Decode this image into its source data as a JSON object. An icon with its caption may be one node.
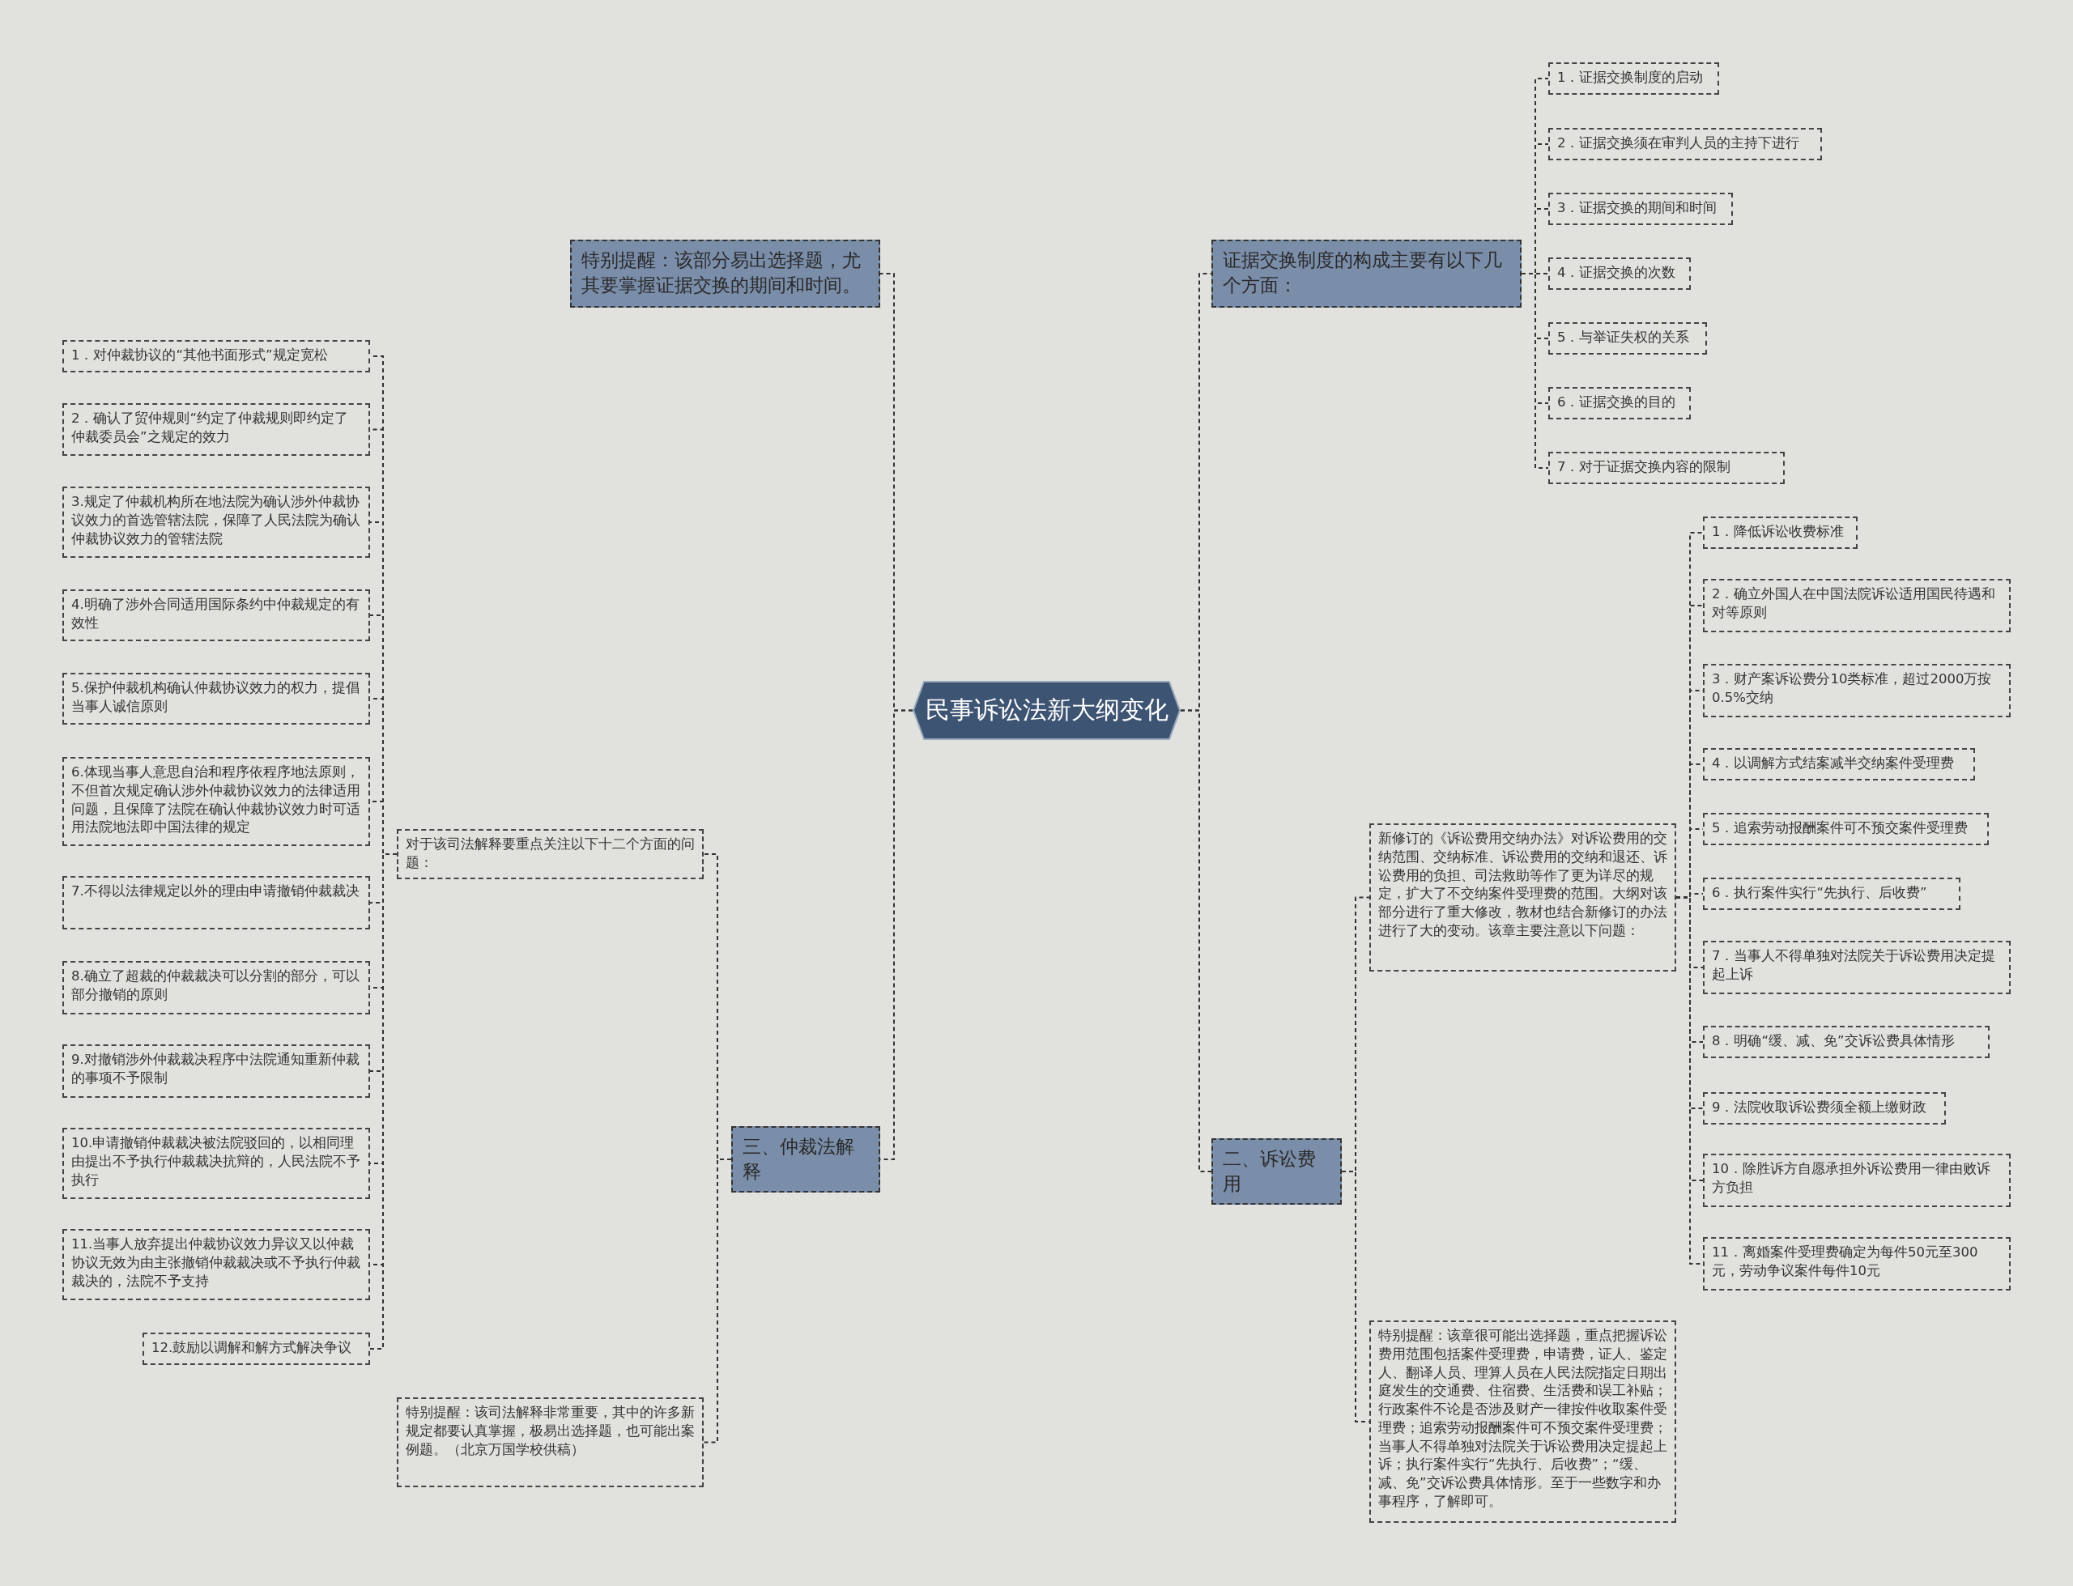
{
  "diagram": {
    "nodes": [
      {
        "text": [
          "民事诉讼法新大纲变化"
        ]
      },
      {
        "text": [
          "特别提醒：该部分易出选择题，尤其要掌握证据交换的期间和时间。"
        ]
      },
      {
        "text": [
          "证据交换制度的构成主要有以下几个方面："
        ]
      },
      {
        "text": [
          "1．证据交换制度的启动"
        ]
      },
      {
        "text": [
          "2．证据交换须在审判人员的主持下进行"
        ]
      },
      {
        "text": [
          "3．证据交换的期间和时间"
        ]
      },
      {
        "text": [
          "4．证据交换的次数"
        ]
      },
      {
        "text": [
          "5．与举证失权的关系"
        ]
      },
      {
        "text": [
          "6．证据交换的目的"
        ]
      },
      {
        "text": [
          "7．对于证据交换内容的限制"
        ]
      },
      {
        "text": [
          "三、仲裁法解释"
        ]
      },
      {
        "text": [
          "对于该司法解释要重点关注以下十二个方面的问题："
        ]
      },
      {
        "text": [
          "1．对仲裁协议的“其他书面形式”规定宽松"
        ]
      },
      {
        "text": [
          "2．确认了贸仲规则“约定了仲裁规则即约定了仲裁委员会”之规定的效力"
        ]
      },
      {
        "text": [
          "3.规定了仲裁机构所在地法院为确认涉外仲裁协议效力的首选管辖法院，保障了人民法院为确认仲裁协议效力的管辖法院"
        ]
      },
      {
        "text": [
          "4.明确了涉外合同适用国际条约中仲裁规定的有效性"
        ]
      },
      {
        "text": [
          "5.保护仲裁机构确认仲裁协议效力的权力，提倡当事人诚信原则"
        ]
      },
      {
        "text": [
          "6.体现当事人意思自治和程序依程序地法原则，不但首次规定确认涉外仲裁协议效力的法律适用问题，且保障了法院在确认仲裁协议效力时可适用法院地法即中国法律的规定"
        ]
      },
      {
        "text": [
          "7.不得以法律规定以外的理由申请撤销仲裁裁决"
        ]
      },
      {
        "text": [
          "8.确立了超裁的仲裁裁决可以分割的部分，可以部分撤销的原则"
        ]
      },
      {
        "text": [
          "9.对撤销涉外仲裁裁决程序中法院通知重新仲裁的事项不予限制"
        ]
      },
      {
        "text": [
          "10.申请撤销仲裁裁决被法院驳回的，以相同理由提出不予执行仲裁裁决抗辩的，人民法院不予执行"
        ]
      },
      {
        "text": [
          "11.当事人放弃提出仲裁协议效力异议又以仲裁协议无效为由主张撤销仲裁裁决或不予执行仲裁裁决的，法院不予支持"
        ]
      },
      {
        "text": [
          "12.鼓励以调解和解方式解决争议"
        ]
      },
      {
        "text": [
          "特别提醒：该司法解释非常重要，其中的许多新规定都要认真掌握，极易出选择题，也可能出案例题。（北京万国学校供稿）"
        ]
      },
      {
        "text": [
          "二、诉讼费用"
        ]
      },
      {
        "text": [
          "新修订的《诉讼费用交纳办法》对诉讼费用的交纳范围、交纳标准、诉讼费用的交纳和退还、诉讼费用的负担、司法救助等作了更为详尽的规定，扩大了不交纳案件受理费的范围。大纲对该部分进行了重大修改，教材也结合新修订的办法进行了大的变动。该章主要注意以下问题："
        ]
      },
      {
        "text": [
          "1．降低诉讼收费标准"
        ]
      },
      {
        "text": [
          "2．确立外国人在中国法院诉讼适用国民待遇和对等原则"
        ]
      },
      {
        "text": [
          "3．财产案诉讼费分10类标准，超过2000万按0.5%交纳"
        ]
      },
      {
        "text": [
          "4．以调解方式结案减半交纳案件受理费"
        ]
      },
      {
        "text": [
          "5．追索劳动报酬案件可不预交案件受理费"
        ]
      },
      {
        "text": [
          "6．执行案件实行“先执行、后收费”"
        ]
      },
      {
        "text": [
          "7．当事人不得单独对法院关于诉讼费用决定提起上诉"
        ]
      },
      {
        "text": [
          "8．明确“缓、减、免”交诉讼费具体情形"
        ]
      },
      {
        "text": [
          "9．法院收取诉讼费须全额上缴财政"
        ]
      },
      {
        "text": [
          "10．除胜诉方自愿承担外诉讼费用一律由败诉方负担"
        ]
      },
      {
        "text": [
          "11．离婚案件受理费确定为每件50元至300元，劳动争议案件每件10元"
        ]
      },
      {
        "text": [
          "特别提醒：该章很可能出选择题，重点把握诉讼费用范围包括案件受理费，申请费，证人、鉴定人、翻译人员、理算人员在人民法院指定日期出庭发生的交通费、住宿费、生活费和误工补贴；行政案件不论是否涉及财产一律按件收取案件受理费；追索劳动报酬案件可不预交案件受理费；当事人不得单独对法院关于诉讼费用决定提起上诉；执行案件实行“先执行、后收费”；“缓、减、免”交诉讼费具体情形。至于一些数字和办事程序，了解即可。"
        ]
      }
    ],
    "edges": [
      {
        "from": 0,
        "to": 1,
        "arrow": "none"
      },
      {
        "from": 0,
        "to": 2,
        "arrow": "none"
      },
      {
        "from": 2,
        "to": 3,
        "arrow": "none"
      },
      {
        "from": 2,
        "to": 4,
        "arrow": "none"
      },
      {
        "from": 2,
        "to": 5,
        "arrow": "none"
      },
      {
        "from": 2,
        "to": 6,
        "arrow": "none"
      },
      {
        "from": 2,
        "to": 7,
        "arrow": "none"
      },
      {
        "from": 2,
        "to": 8,
        "arrow": "none"
      },
      {
        "from": 2,
        "to": 9,
        "arrow": "none"
      },
      {
        "from": 0,
        "to": 10,
        "arrow": "none"
      },
      {
        "from": 10,
        "to": 11,
        "arrow": "none"
      },
      {
        "from": 11,
        "to": 12,
        "arrow": "none"
      },
      {
        "from": 11,
        "to": 13,
        "arrow": "none"
      },
      {
        "from": 11,
        "to": 14,
        "arrow": "none"
      },
      {
        "from": 11,
        "to": 15,
        "arrow": "none"
      },
      {
        "from": 11,
        "to": 16,
        "arrow": "none"
      },
      {
        "from": 11,
        "to": 17,
        "arrow": "none"
      },
      {
        "from": 11,
        "to": 18,
        "arrow": "none"
      },
      {
        "from": 11,
        "to": 19,
        "arrow": "none"
      },
      {
        "from": 11,
        "to": 20,
        "arrow": "none"
      },
      {
        "from": 11,
        "to": 21,
        "arrow": "none"
      },
      {
        "from": 11,
        "to": 22,
        "arrow": "none"
      },
      {
        "from": 11,
        "to": 23,
        "arrow": "none"
      },
      {
        "from": 10,
        "to": 24,
        "arrow": "none"
      },
      {
        "from": 0,
        "to": 25,
        "arrow": "none"
      },
      {
        "from": 25,
        "to": 26,
        "arrow": "none"
      },
      {
        "from": 26,
        "to": 27,
        "arrow": "none"
      },
      {
        "from": 26,
        "to": 28,
        "arrow": "none"
      },
      {
        "from": 26,
        "to": 29,
        "arrow": "none"
      },
      {
        "from": 26,
        "to": 30,
        "arrow": "none"
      },
      {
        "from": 26,
        "to": 31,
        "arrow": "none"
      },
      {
        "from": 26,
        "to": 32,
        "arrow": "none"
      },
      {
        "from": 26,
        "to": 33,
        "arrow": "none"
      },
      {
        "from": 26,
        "to": 34,
        "arrow": "none"
      },
      {
        "from": 26,
        "to": 35,
        "arrow": "none"
      },
      {
        "from": 26,
        "to": 36,
        "arrow": "none"
      },
      {
        "from": 26,
        "to": 37,
        "arrow": "none"
      },
      {
        "from": 25,
        "to": 38,
        "arrow": "none"
      }
    ]
  }
}
